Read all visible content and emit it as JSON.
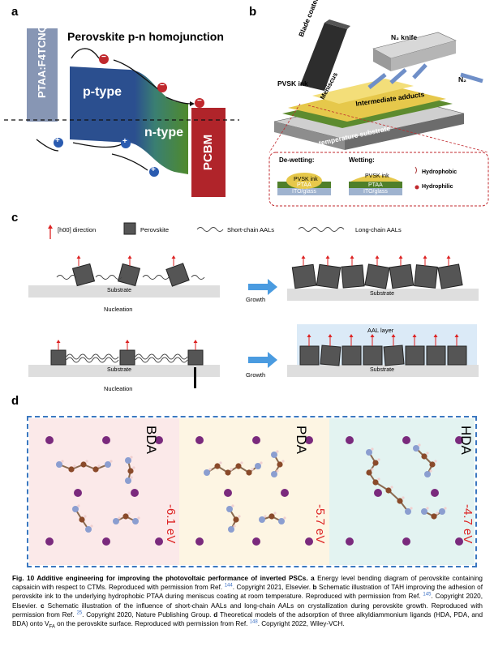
{
  "panels": {
    "a": "a",
    "b": "b",
    "c": "c",
    "d": "d"
  },
  "panel_a": {
    "title": "Perovskite p-n homojunction",
    "left_layer": "PTAA:F4TCNQ",
    "p_type": "p-type",
    "n_type": "n-type",
    "right_layer": "PCBM",
    "electron_sign": "−",
    "hole_sign": "+"
  },
  "panel_b": {
    "blade": "Blade coater",
    "knife": "N₂ knife",
    "ink": "PVSK ink",
    "meniscus": "Meniscus",
    "adducts": "Intermediate adducts",
    "n2": "N₂",
    "substrate": "Room temperature substrate",
    "dewet_title": "De-wetting:",
    "wet_title": "Wetting:",
    "pvsk": "PVSK ink",
    "ptaa": "PTAA",
    "ito": "ITO/glass",
    "hydrophobic": "Hydrophobic",
    "hydrophilic": "Hydrophilic"
  },
  "panel_c": {
    "legend_dir": "[h00] direction",
    "legend_pvsk": "Perovskite",
    "legend_short": "Short-chain AALs",
    "legend_long": "Long-chain AALs",
    "substrate": "Substrate",
    "nucleation": "Nucleation",
    "growth": "Growth",
    "aal_layer": "AAL layer"
  },
  "panel_d": {
    "labels": [
      "BDA",
      "PDA",
      "HDA"
    ],
    "energies": [
      "-6.1 eV",
      "-5.7 eV",
      "-4.7 eV"
    ]
  },
  "caption": {
    "title": "Fig. 10 Additive engineering for improving the photovoltaic performance of inverted PSCs.",
    "a_label": "a",
    "a_text": "Energy level bending diagram of perovskite containing capsaicin with respect to CTMs. Reproduced with permission from Ref.",
    "ref144": "144",
    "a_copy": ". Copyright 2021, Elsevier.",
    "b_label": "b",
    "b_text": "Schematic illustration of TAH improving the adhesion of perovskite ink to the underlying hydrophobic PTAA during meniscus coating at room temperature. Reproduced with permission from Ref.",
    "ref145": "145",
    "b_copy": ". Copyright 2020, Elsevier.",
    "c_label": "c",
    "c_text": "Schematic illustration of the influence of short-chain AALs and long-chain AALs on crystallization during perovskite growth. Reproduced with permission from Ref.",
    "ref25": "25",
    "c_copy": ". Copyright 2020, Nature Publishing Group.",
    "d_label": "d",
    "d_text1": "Theoretical models of the adsorption of three alkyldiammonium ligands (HDA, PDA, and BDA) onto V",
    "d_sub": "FA",
    "d_text2": "on the perovskite surface. Reproduced with permission from Ref.",
    "ref148": "148",
    "d_copy": ". Copyright 2022, Wiley-VCH."
  }
}
